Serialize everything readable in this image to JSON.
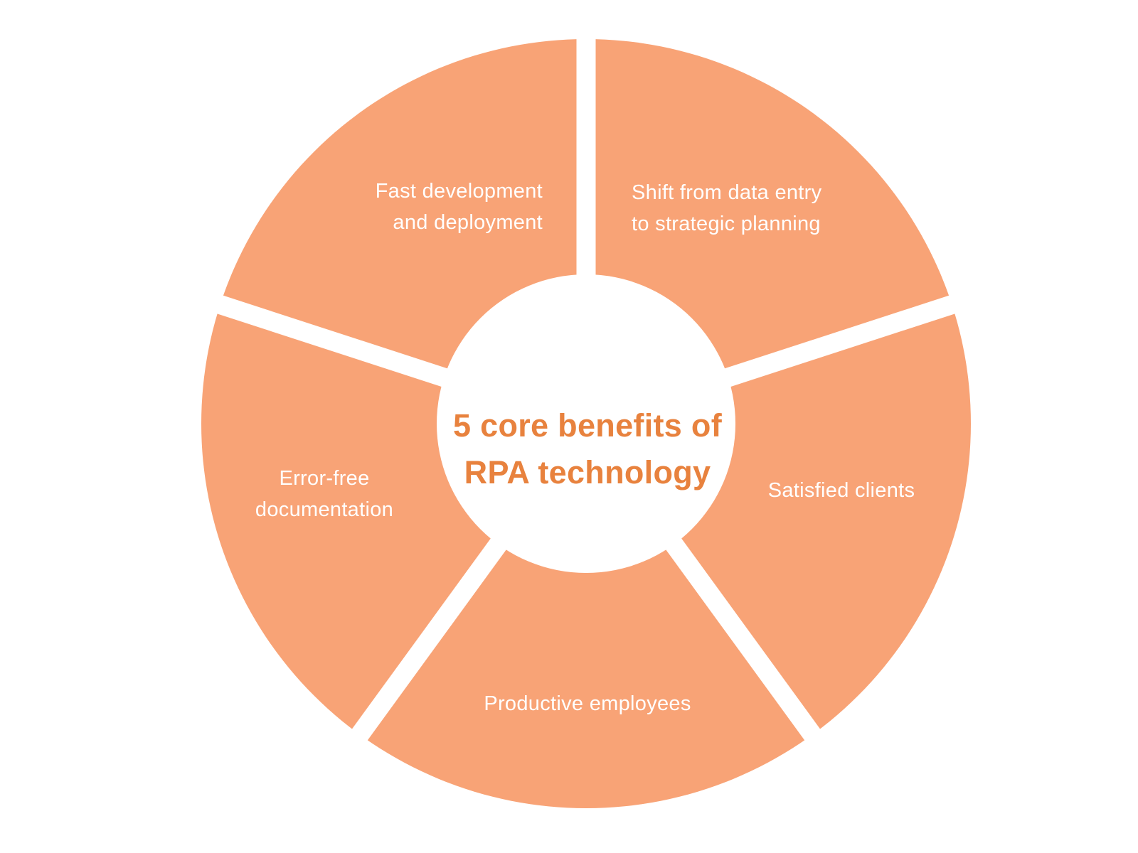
{
  "chart_data": {
    "type": "pie",
    "style": "donut-infographic",
    "center_title": "5 core benefits of\nRPA technology",
    "segments": [
      {
        "label": "Fast development\nand deployment",
        "position": "top-left",
        "share_percent": 20
      },
      {
        "label": "Shift from data entry\nto strategic planning",
        "position": "top-right",
        "share_percent": 20
      },
      {
        "label": "Satisfied clients",
        "position": "right",
        "share_percent": 20
      },
      {
        "label": "Productive employees",
        "position": "bottom",
        "share_percent": 20
      },
      {
        "label": "Error-free\ndocumentation",
        "position": "left",
        "share_percent": 20
      }
    ],
    "segment_count": 5,
    "start_angle_deg": 0,
    "segment_angle_deg": 72,
    "ring_color": "#F8A376",
    "divider_color": "#FFFFFF",
    "hole_color": "#FFFFFF",
    "label_color": "#FFFFFF",
    "title_color": "#E8823E",
    "background_color": "#FFFFFF",
    "legend": "none"
  }
}
